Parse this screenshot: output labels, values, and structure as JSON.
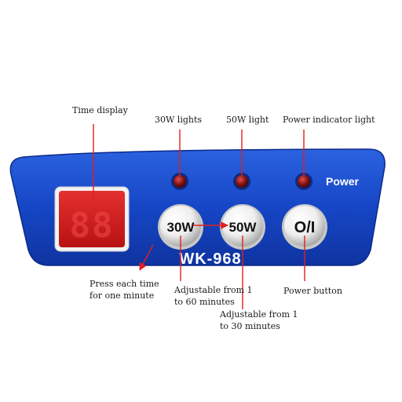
{
  "panel": {
    "model": "WK-968",
    "power_word": "Power",
    "display_digits": "88",
    "buttons": {
      "w30": "30W",
      "w50": "50W",
      "power": "O/I"
    }
  },
  "annotations": {
    "time_display": "Time display",
    "lights_30w": "30W lights",
    "light_50w": "50W light",
    "power_indicator": "Power indicator light",
    "press_line1": "Press each time",
    "press_line2": "for one minute",
    "adj60_line1": "Adjustable from 1",
    "adj60_line2": "to 60 minutes",
    "adj30_line1": "Adjustable from 1",
    "adj30_line2": "to 30 minutes",
    "power_button": "Power button"
  },
  "colors": {
    "panel_blue": "#1646c6",
    "display_red": "#d81a1a",
    "pointer_red": "#e02020",
    "led_red": "#b01010"
  }
}
